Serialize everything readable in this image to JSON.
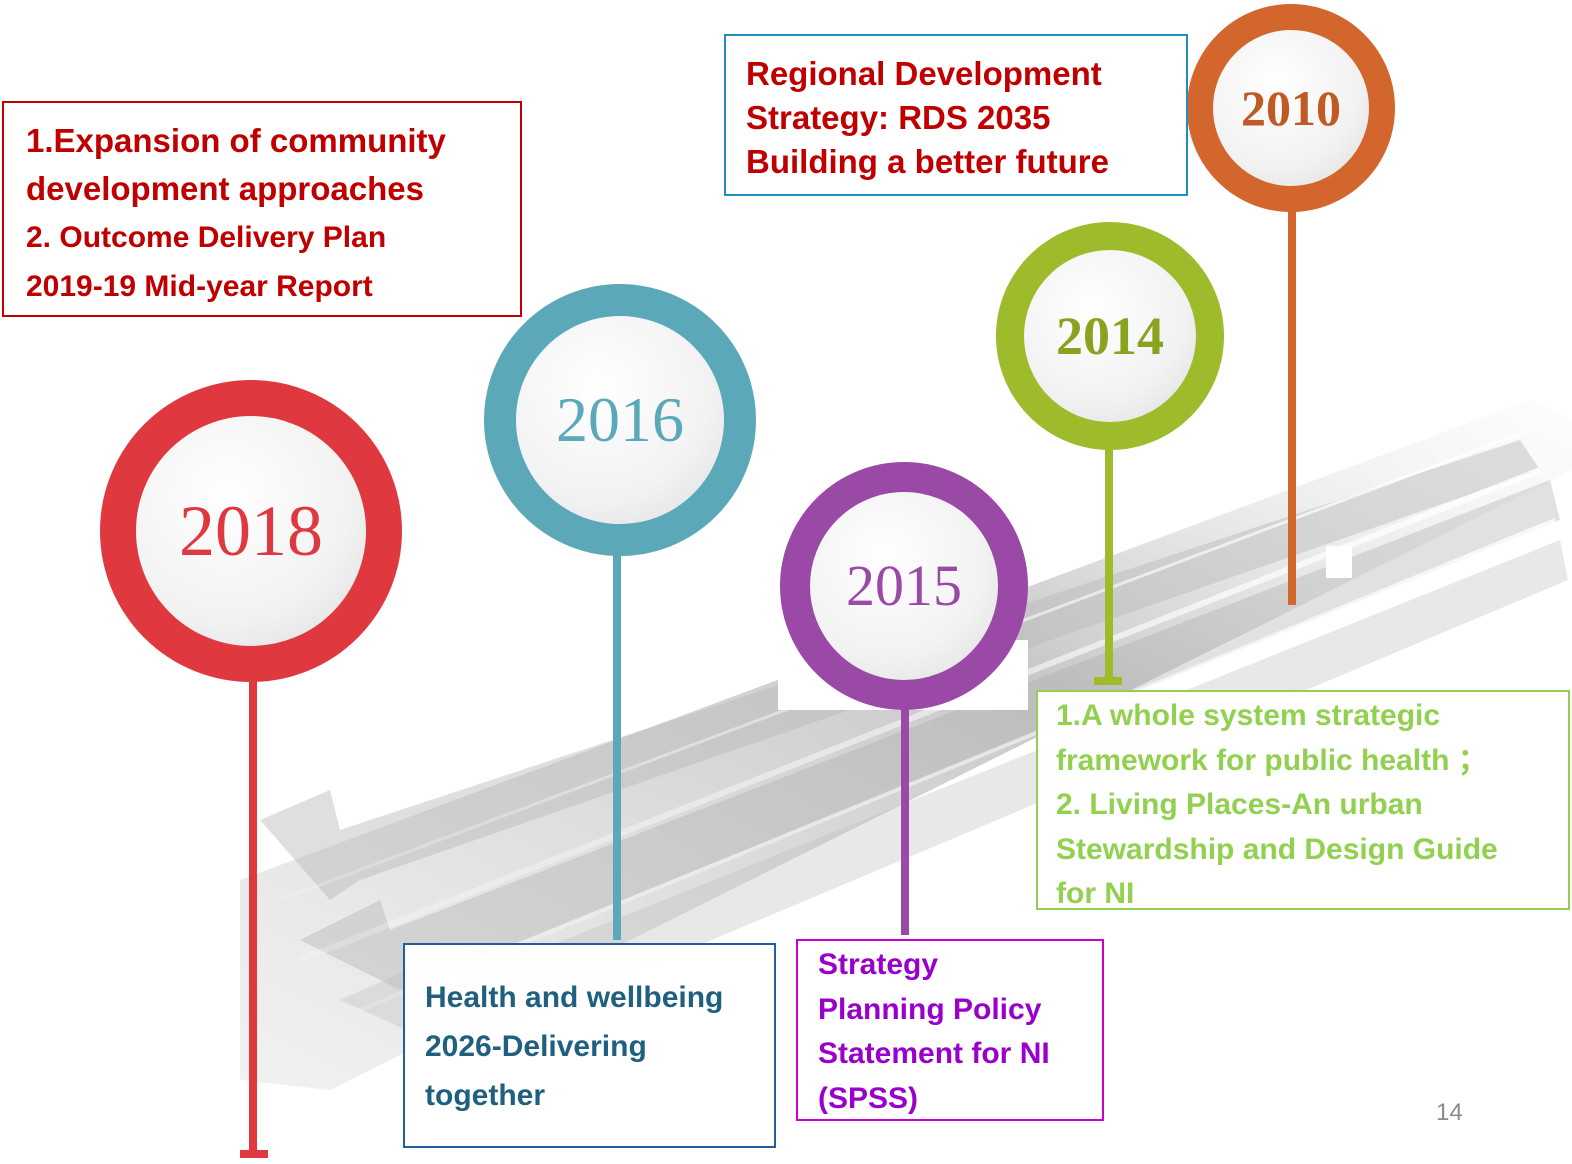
{
  "milestones": [
    {
      "year": "2018",
      "color": "#e0383f"
    },
    {
      "year": "2016",
      "color": "#5aa8b8"
    },
    {
      "year": "2015",
      "color": "#9a4aa6"
    },
    {
      "year": "2014",
      "color": "#9dbb2a"
    },
    {
      "year": "2010",
      "color": "#d2662c"
    }
  ],
  "boxes": {
    "b2018": {
      "line1": "1.Expansion of community",
      "line2": "development approaches",
      "line3": "2. Outcome Delivery Plan",
      "line4": "2019-19 Mid-year Report",
      "border": "#c00000",
      "text": "#c00000"
    },
    "b2010": {
      "line1": "Regional Development",
      "line2": "Strategy: RDS 2035",
      "line3": "Building a better future",
      "border": "#1f8fbd",
      "text": "#c00000"
    },
    "b2014": {
      "line1": "1.A whole system strategic",
      "line2": "framework for public health ；",
      "line3": "2. Living Places-An urban",
      "line4": "Stewardship and Design Guide",
      "line5": "for NI",
      "border": "#92d050",
      "text": "#92d050"
    },
    "b2016": {
      "line1": "Health and wellbeing",
      "line2": "2026-Delivering",
      "line3": "together",
      "border": "#1f5fa0",
      "text": "#1f5f80"
    },
    "b2015": {
      "line1": "Strategy",
      "line2": "Planning Policy",
      "line3": "Statement for NI",
      "line4": "(SPSS)",
      "border": "#cc00cc",
      "text": "#9900cc"
    }
  },
  "page_number": "14"
}
